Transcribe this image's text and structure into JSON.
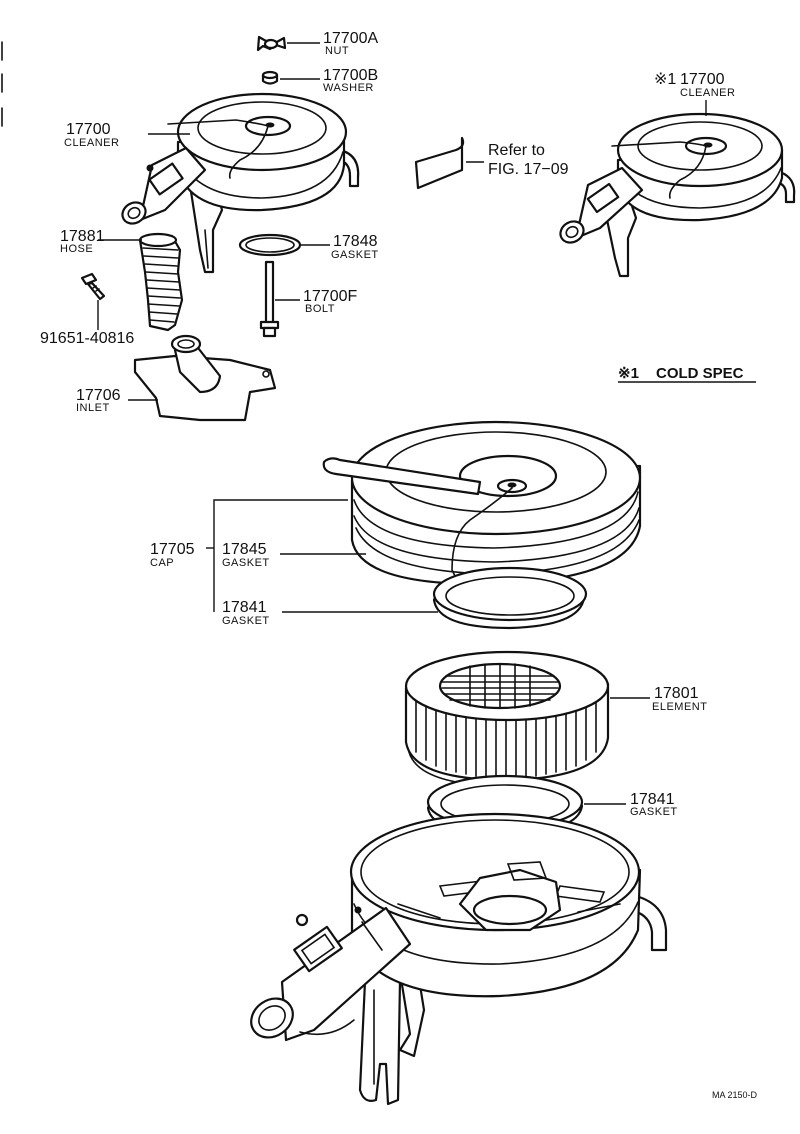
{
  "callouts": {
    "nut": {
      "number": "17700A",
      "name": "NUT"
    },
    "washer": {
      "number": "17700B",
      "name": "WASHER"
    },
    "cleaner": {
      "number": "17700",
      "name": "CLEANER"
    },
    "cleaner_cold": {
      "mark": "※1",
      "number": "17700",
      "name": "CLEANER"
    },
    "hose": {
      "number": "17881",
      "name": "HOSE"
    },
    "gasket_small": {
      "number": "17848",
      "name": "GASKET"
    },
    "bolt": {
      "number": "17700F",
      "name": "BOLT"
    },
    "screw": {
      "number": "91651-40816"
    },
    "inlet": {
      "number": "17706",
      "name": "INLET"
    },
    "cap": {
      "number": "17705",
      "name": "CAP"
    },
    "gasket_cap": {
      "number": "17845",
      "name": "GASKET"
    },
    "gasket_lower_cap": {
      "number": "17841",
      "name": "GASKET"
    },
    "element": {
      "number": "17801",
      "name": "ELEMENT"
    },
    "gasket_element": {
      "number": "17841",
      "name": "GASKET"
    }
  },
  "reference": {
    "line1": "Refer to",
    "line2": "FIG. 17−09"
  },
  "legend": {
    "mark": "※1",
    "text": "COLD SPEC"
  },
  "footer": {
    "code": "MA 2150-D"
  },
  "colors": {
    "ink": "#111111",
    "paper": "#ffffff"
  }
}
